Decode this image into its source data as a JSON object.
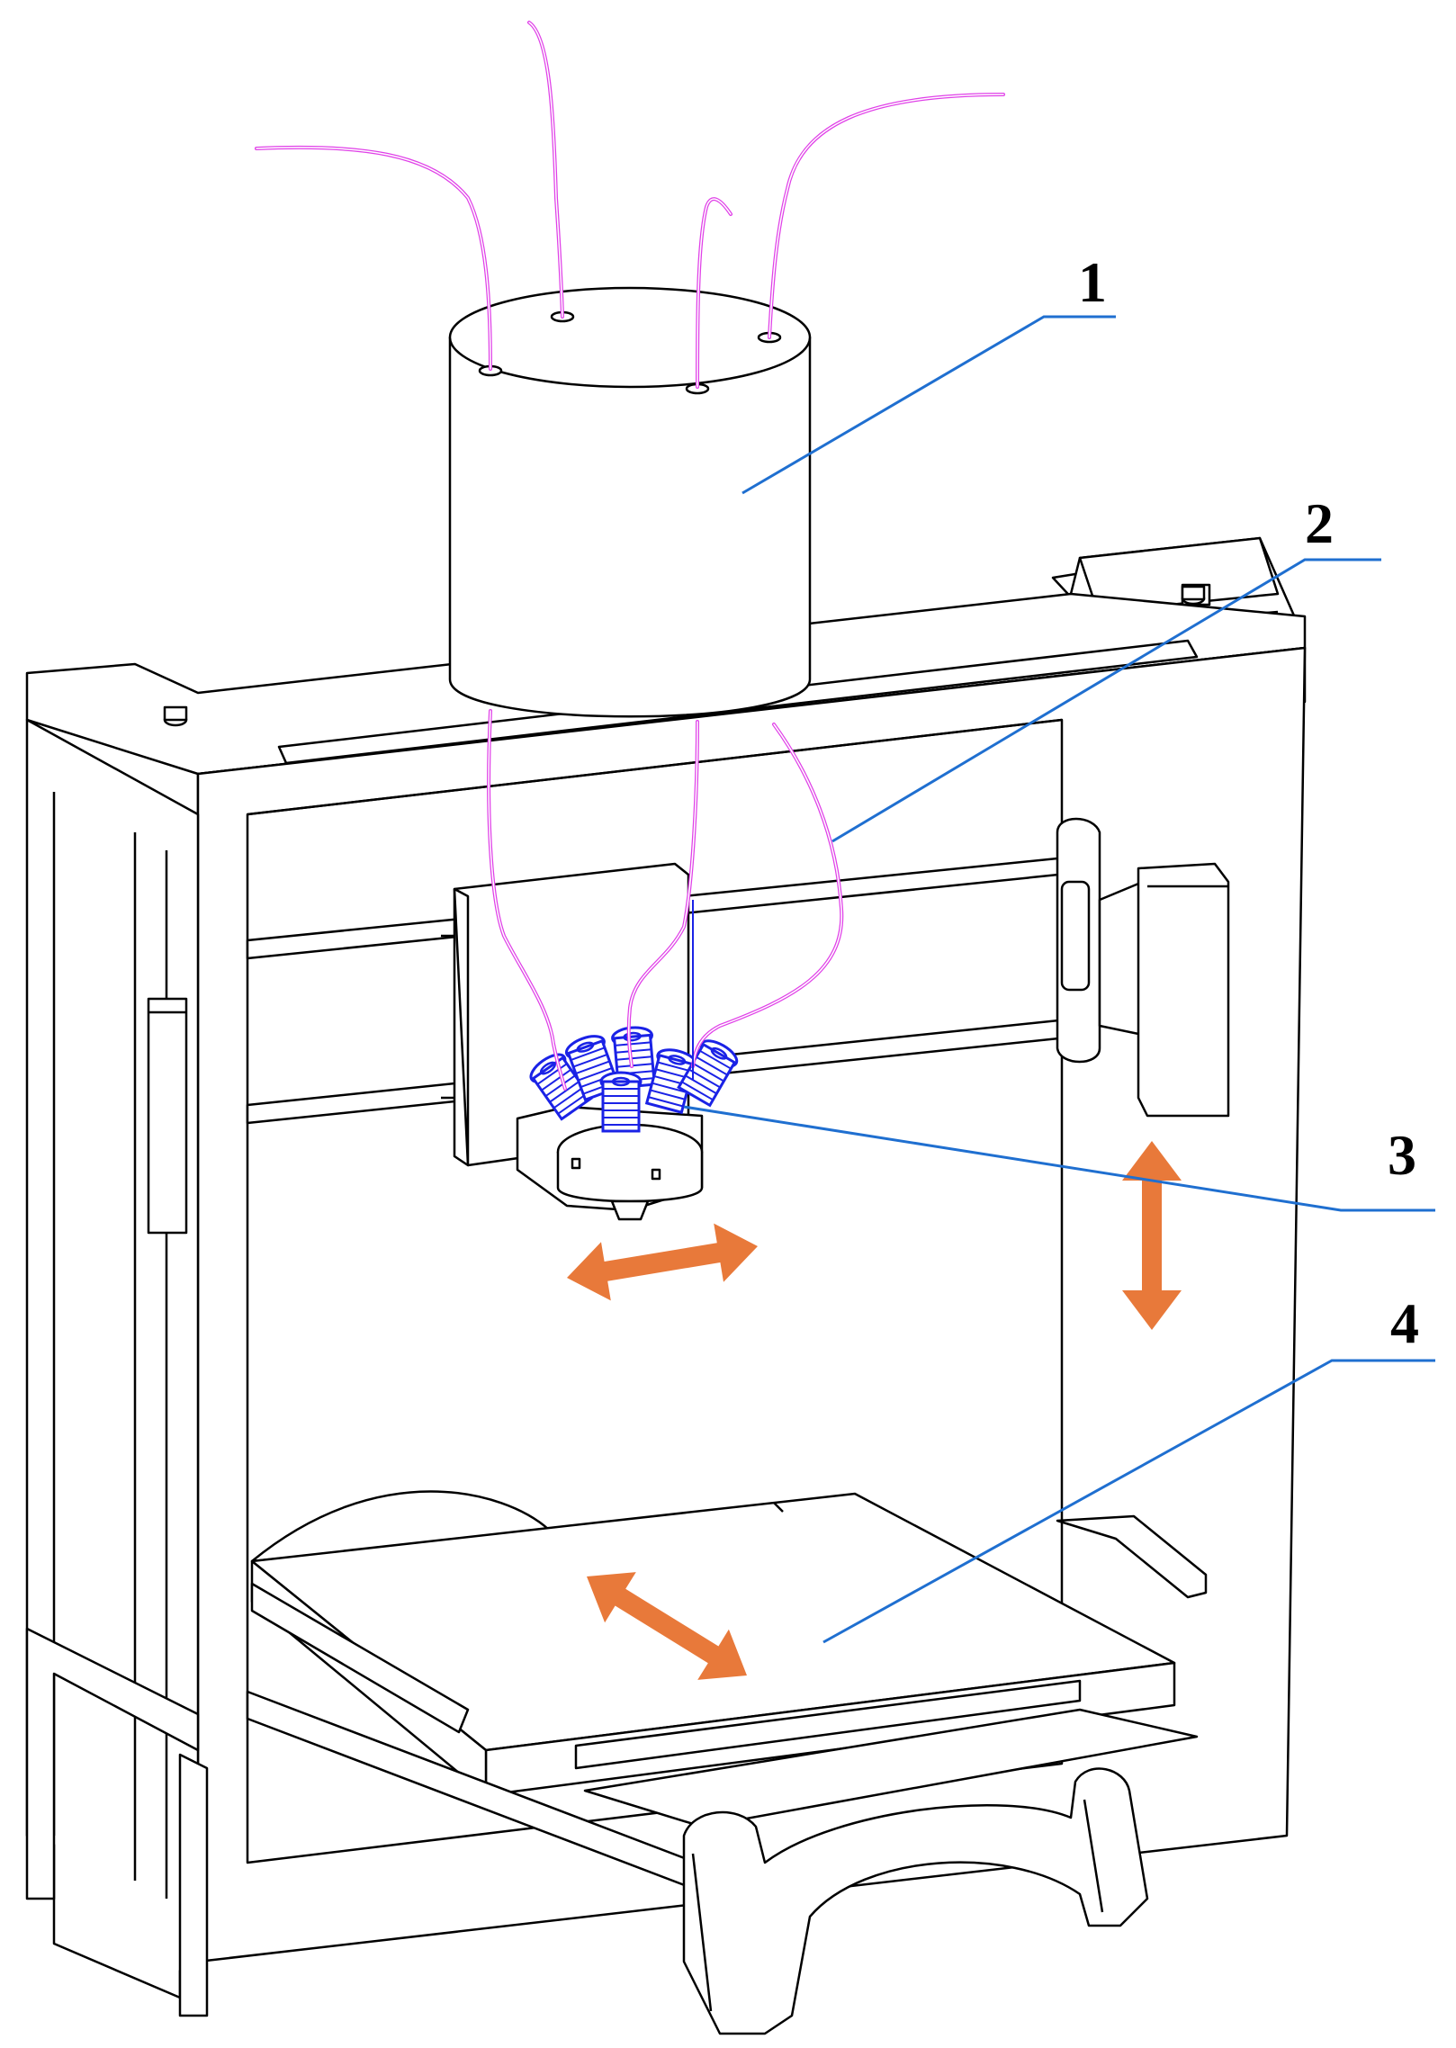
{
  "colors": {
    "line": "#000000",
    "leader": "#1f6fd0",
    "tube": "#e040e8",
    "nozzle": "#1a22e6",
    "arrow": "#e8793a",
    "background": "#ffffff"
  },
  "callouts": [
    {
      "id": "1",
      "label": "1"
    },
    {
      "id": "2",
      "label": "2"
    },
    {
      "id": "3",
      "label": "3"
    },
    {
      "id": "4",
      "label": "4"
    }
  ]
}
